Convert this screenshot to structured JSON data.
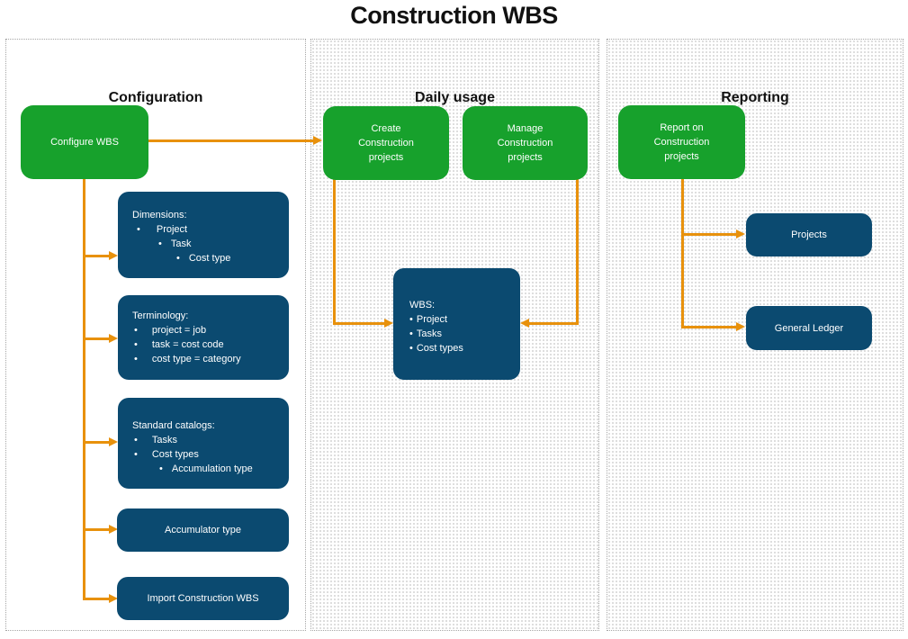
{
  "title": "Construction WBS",
  "colors": {
    "green": "#17A12C",
    "blue": "#0B4A70",
    "orange": "#E8910C"
  },
  "columns": {
    "configuration": {
      "header": "Configuration"
    },
    "daily_usage": {
      "header": "Daily usage"
    },
    "reporting": {
      "header": "Reporting"
    }
  },
  "nodes": {
    "configure_wbs": {
      "label": "Configure WBS"
    },
    "dimensions": {
      "title": "Dimensions:",
      "items": [
        "Project",
        "Task",
        "Cost type"
      ]
    },
    "terminology": {
      "title": "Terminology:",
      "items": [
        "project = job",
        "task = cost code",
        "cost type = category"
      ]
    },
    "standard_catalogs": {
      "title": "Standard catalogs:",
      "items": [
        "Tasks",
        "Cost types",
        "Accumulation type"
      ]
    },
    "accumulator_type": {
      "label": "Accumulator type"
    },
    "import_wbs": {
      "label": "Import Construction WBS"
    },
    "create_projects": {
      "label": "Create Construction projects"
    },
    "manage_projects": {
      "label": "Manage Construction projects"
    },
    "wbs": {
      "title": "WBS:",
      "items": [
        "Project",
        "Tasks",
        "Cost types"
      ]
    },
    "report_projects": {
      "label": "Report on Construction projects"
    },
    "projects": {
      "label": "Projects"
    },
    "general_ledger": {
      "label": "General Ledger"
    }
  }
}
